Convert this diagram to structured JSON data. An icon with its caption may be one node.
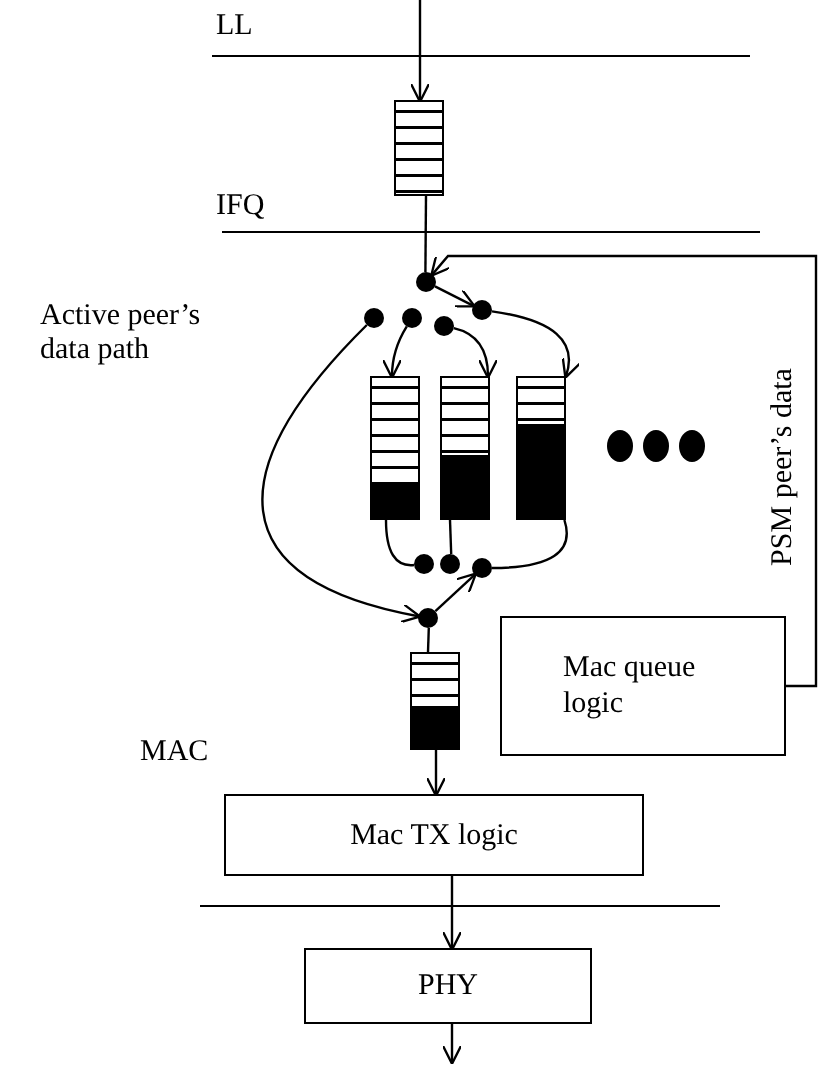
{
  "diagram": {
    "nodes": [
      {
        "text": [],
        "shape": "queue"
      },
      {
        "text": [],
        "shape": "circle"
      },
      {
        "text": [],
        "shape": "circle"
      },
      {
        "text": [],
        "shape": "circle"
      },
      {
        "text": [],
        "shape": "circle"
      },
      {
        "text": [],
        "shape": "circle"
      },
      {
        "text": [],
        "shape": "queue"
      },
      {
        "text": [],
        "shape": "queue"
      },
      {
        "text": [],
        "shape": "queue"
      },
      {
        "text": [],
        "shape": "circle"
      },
      {
        "text": [],
        "shape": "circle"
      },
      {
        "text": [],
        "shape": "circle"
      },
      {
        "text": [],
        "shape": "circle"
      },
      {
        "text": [],
        "shape": "queue"
      },
      {
        "text": [
          "Mac queue logic"
        ]
      },
      {
        "text": [
          "Mac TX logic"
        ]
      },
      {
        "text": [
          "PHY"
        ]
      }
    ],
    "edges": [
      {
        "from": null,
        "to": 0,
        "arrow": "to"
      },
      {
        "from": 0,
        "to": 1,
        "arrow": "none"
      },
      {
        "from": 1,
        "to": 5,
        "arrow": "to"
      },
      {
        "from": 14,
        "to": 1,
        "arrow": "to",
        "label": "PSM peer’s data"
      },
      {
        "from": 3,
        "to": 6,
        "arrow": "to"
      },
      {
        "from": 4,
        "to": 7,
        "arrow": "to"
      },
      {
        "from": 5,
        "to": 8,
        "arrow": "to"
      },
      {
        "from": 2,
        "to": 12,
        "arrow": "to",
        "label": "Active peer’s data path"
      },
      {
        "from": 6,
        "to": 9,
        "arrow": "none"
      },
      {
        "from": 7,
        "to": 10,
        "arrow": "none"
      },
      {
        "from": 8,
        "to": 11,
        "arrow": "none"
      },
      {
        "from": 12,
        "to": 11,
        "arrow": "to"
      },
      {
        "from": 12,
        "to": 13,
        "arrow": "none"
      },
      {
        "from": 13,
        "to": 15,
        "arrow": "to"
      },
      {
        "from": 15,
        "to": 16,
        "arrow": "to"
      },
      {
        "from": 16,
        "to": null,
        "arrow": "to"
      }
    ],
    "labels": [
      "LL",
      "IFQ",
      "MAC"
    ]
  }
}
